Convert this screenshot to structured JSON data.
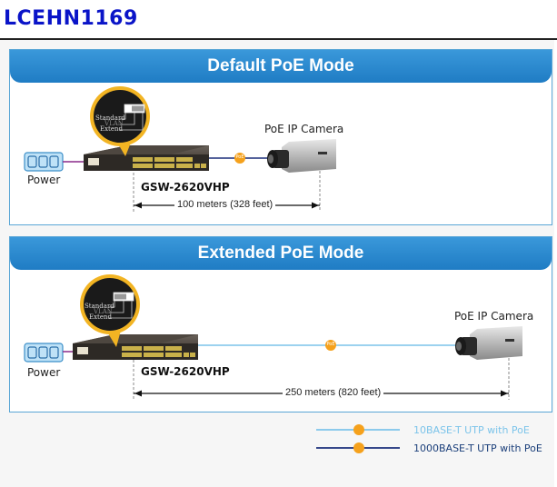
{
  "document": {
    "title": "LCEHN1169"
  },
  "panels": [
    {
      "header": "Default PoE Mode",
      "power_label": "Power",
      "switch_model": "GSW-2620VHP",
      "device_label": "PoE IP Camera",
      "distance_label": "100 meters (328 feet)",
      "cable_type": "1000BASE-T UTP with PoE",
      "poe_badge": "PoE",
      "dip_switch": {
        "labels": [
          "Standard",
          "VLAN",
          "Extend"
        ],
        "position": "Standard"
      }
    },
    {
      "header": "Extended PoE Mode",
      "power_label": "Power",
      "switch_model": "GSW-2620VHP",
      "device_label": "PoE IP Camera",
      "distance_label": "250 meters (820 feet)",
      "cable_type": "10BASE-T UTP with PoE",
      "poe_badge": "PoE",
      "dip_switch": {
        "labels": [
          "Standard",
          "VLAN",
          "Extend"
        ],
        "position": "Extend"
      }
    }
  ],
  "legend": [
    {
      "label": "10BASE-T UTP with PoE",
      "color": "#7cc4ea",
      "badge": "PoE"
    },
    {
      "label": "1000BASE-T UTP with PoE",
      "color": "#1b2f7a",
      "badge": "PoE"
    }
  ],
  "colors": {
    "title": "#0a14c8",
    "header_blue": "#2a8bd0",
    "poe_orange": "#f5a11c",
    "power_cable": "#8a2a8a",
    "light_cable": "#7cc4ea",
    "dark_cable": "#1b2f7a",
    "callout_gold": "#f2b423"
  }
}
